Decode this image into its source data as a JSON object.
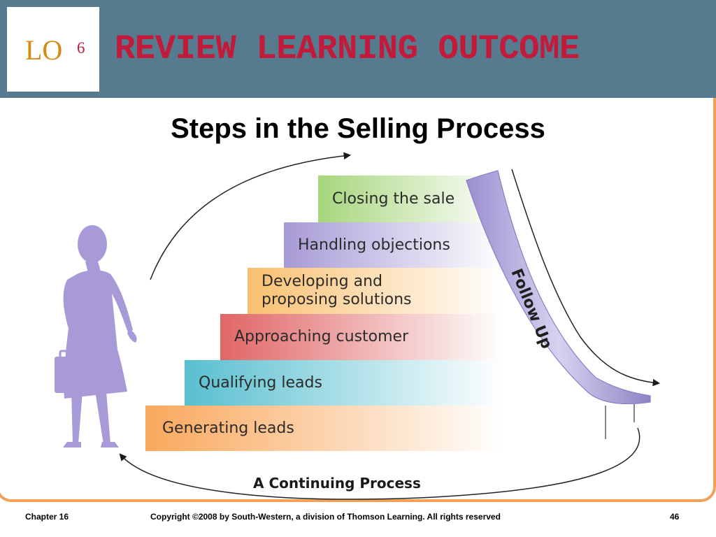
{
  "header": {
    "lo_label": "LO",
    "lo_number": "6",
    "title": "REVIEW LEARNING OUTCOME"
  },
  "slide": {
    "title": "Steps in the Selling Process"
  },
  "diagram": {
    "steps": [
      {
        "label": "Generating leads",
        "color": "#f9a85c"
      },
      {
        "label": "Qualifying leads",
        "color": "#58bfd0"
      },
      {
        "label": "Approaching customer",
        "color": "#e06666"
      },
      {
        "label": "Developing and\nproposing solutions",
        "color": "#f9c070"
      },
      {
        "label": "Handling objections",
        "color": "#a79ad6"
      },
      {
        "label": "Closing the sale",
        "color": "#a6d67c"
      }
    ],
    "follow_up_label": "Follow Up",
    "cycle_label": "A Continuing Process"
  },
  "footer": {
    "chapter": "Chapter 16",
    "copyright": "Copyright ©2008 by South-Western, a division of Thomson Learning.  All rights reserved",
    "page_number": "46"
  }
}
